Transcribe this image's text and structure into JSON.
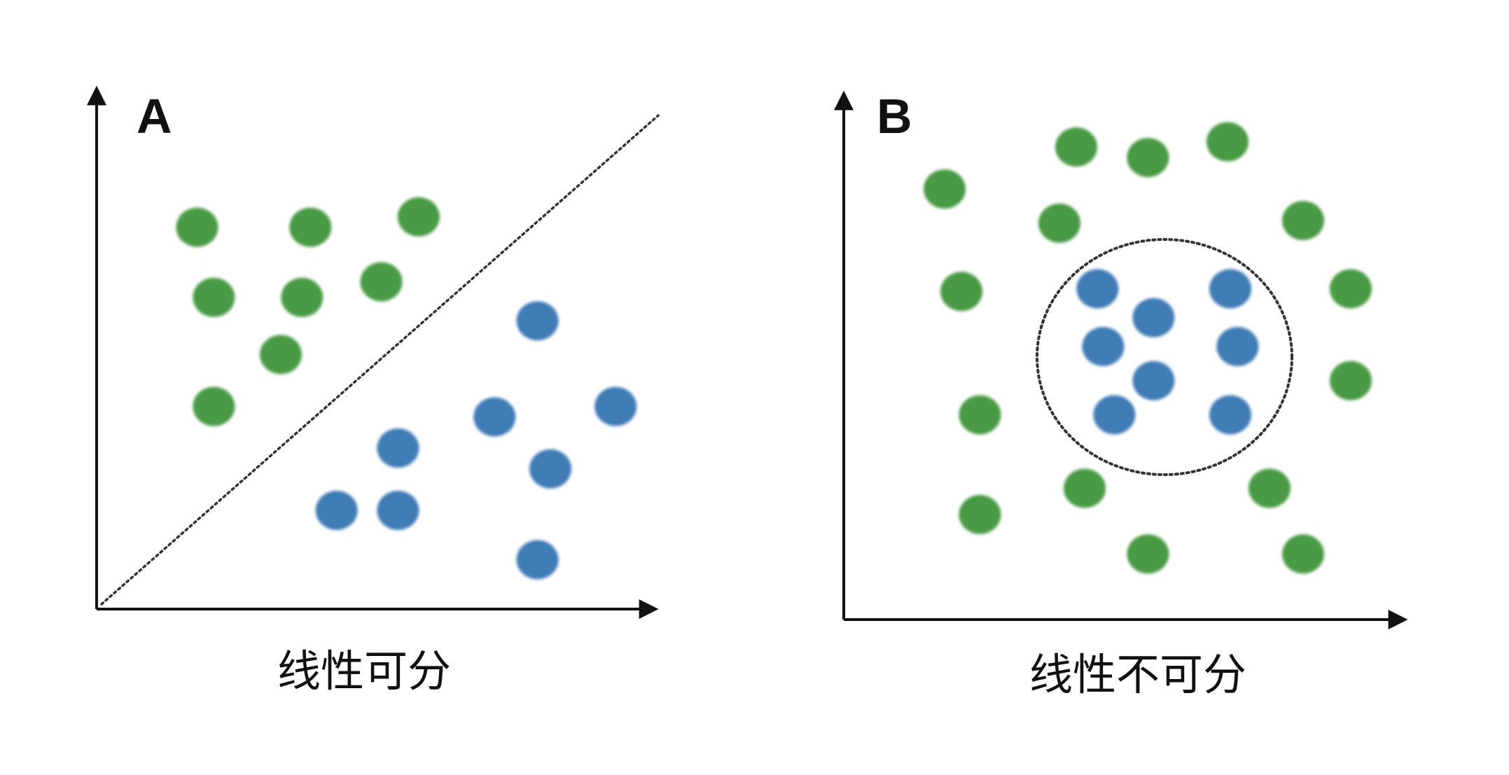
{
  "colors": {
    "class_green": "#4a9a45",
    "class_blue": "#3f7bb5",
    "axis": "#111111",
    "boundary": "#333333"
  },
  "panels": [
    {
      "letter": "A",
      "caption": "线性可分",
      "boundary": "line",
      "green_points": [
        [
          0.18,
          0.735
        ],
        [
          0.383,
          0.735
        ],
        [
          0.577,
          0.755
        ],
        [
          0.21,
          0.6
        ],
        [
          0.368,
          0.6
        ],
        [
          0.51,
          0.63
        ],
        [
          0.33,
          0.49
        ],
        [
          0.21,
          0.39
        ]
      ],
      "blue_points": [
        [
          0.79,
          0.555
        ],
        [
          0.713,
          0.37
        ],
        [
          0.93,
          0.39
        ],
        [
          0.54,
          0.31
        ],
        [
          0.813,
          0.27
        ],
        [
          0.43,
          0.19
        ],
        [
          0.54,
          0.19
        ],
        [
          0.79,
          0.095
        ]
      ]
    },
    {
      "letter": "B",
      "caption": "线性不可分",
      "boundary": "circle",
      "green_points": [
        [
          0.415,
          0.9
        ],
        [
          0.543,
          0.88
        ],
        [
          0.685,
          0.91
        ],
        [
          0.18,
          0.82
        ],
        [
          0.385,
          0.755
        ],
        [
          0.82,
          0.76
        ],
        [
          0.21,
          0.625
        ],
        [
          0.905,
          0.63
        ],
        [
          0.243,
          0.39
        ],
        [
          0.905,
          0.455
        ],
        [
          0.243,
          0.2
        ],
        [
          0.43,
          0.25
        ],
        [
          0.76,
          0.25
        ],
        [
          0.543,
          0.125
        ],
        [
          0.82,
          0.125
        ]
      ],
      "blue_points": [
        [
          0.453,
          0.63
        ],
        [
          0.69,
          0.63
        ],
        [
          0.553,
          0.575
        ],
        [
          0.463,
          0.52
        ],
        [
          0.703,
          0.52
        ],
        [
          0.553,
          0.455
        ],
        [
          0.483,
          0.39
        ],
        [
          0.69,
          0.39
        ]
      ]
    }
  ]
}
